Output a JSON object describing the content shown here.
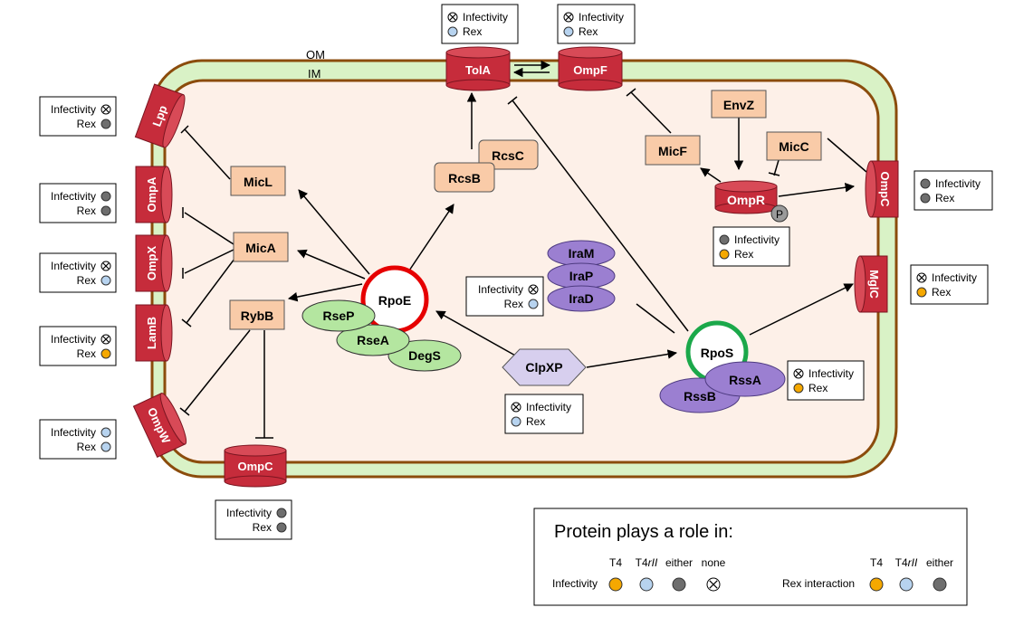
{
  "membranes": {
    "outer": "OM",
    "inner": "IM"
  },
  "colors": {
    "either": "#6e6e6e",
    "t4": "#f5a800",
    "t4rii": "#b7d3ef",
    "none": "#ffffff",
    "membrane_fill": "#d9f2c6",
    "membrane_border": "#8b4c0c",
    "cytoplasm": "#fdf0e8",
    "membrane_protein": "#c62c3b",
    "small_rna": "#f9cba8",
    "rpoe_ring": "#e60000",
    "rpos_ring": "#1ba84a",
    "green_protein": "#b4e6a0",
    "purple_protein": "#9b7fd1",
    "clpxp": "#d7cfee"
  },
  "membrane_proteins": {
    "lpp": "Lpp",
    "ompa": "OmpA",
    "ompx": "OmpX",
    "lamb": "LamB",
    "ompw": "OmpW",
    "ompc_bottom": "OmpC",
    "tola": "TolA",
    "ompf": "OmpF",
    "ompc_right": "OmpC",
    "mglc": "MglC"
  },
  "small_rnas": {
    "micl": "MicL",
    "mica": "MicA",
    "rybb": "RybB",
    "rcsb": "RcsB",
    "rcsc": "RcsC",
    "micf": "MicF",
    "envz": "EnvZ",
    "micc": "MicC"
  },
  "regulators": {
    "ompr": "OmpR",
    "phospho": "P",
    "rpoe": "RpoE",
    "rsep": "RseP",
    "rsea": "RseA",
    "degs": "DegS",
    "iram": "IraM",
    "irap": "IraP",
    "irad": "IraD",
    "clpxp": "ClpXP",
    "rpos": "RpoS",
    "rssa": "RssA",
    "rssb": "RssB"
  },
  "role_boxes": {
    "infectivity_label": "Infectivity",
    "rex_label": "Rex",
    "lpp": {
      "infectivity": "none",
      "rex": "either"
    },
    "ompa": {
      "infectivity": "either",
      "rex": "either"
    },
    "ompx": {
      "infectivity": "none",
      "rex": "t4rii"
    },
    "lamb": {
      "infectivity": "none",
      "rex": "t4"
    },
    "ompw": {
      "infectivity": "t4rii",
      "rex": "t4rii"
    },
    "ompc_bottom": {
      "infectivity": "either",
      "rex": "either"
    },
    "tola": {
      "infectivity": "none",
      "rex": "t4rii"
    },
    "ompf": {
      "infectivity": "none",
      "rex": "t4rii"
    },
    "ompc_right": {
      "infectivity": "either",
      "rex": "either"
    },
    "mglc": {
      "infectivity": "none",
      "rex": "t4"
    },
    "ompr": {
      "infectivity": "either",
      "rex": "t4"
    },
    "ira": {
      "infectivity": "none",
      "rex": "t4rii"
    },
    "clpxp": {
      "infectivity": "none",
      "rex": "t4rii"
    },
    "rpos": {
      "infectivity": "none",
      "rex": "t4"
    }
  },
  "legend": {
    "title": "Protein plays a role in:",
    "infectivity_label": "Infectivity",
    "rex_label": "Rex interaction",
    "infectivity_keys": [
      {
        "label": "T4",
        "role": "t4"
      },
      {
        "label": "T4rII",
        "role": "t4rii"
      },
      {
        "label": "either",
        "role": "either"
      },
      {
        "label": "none",
        "role": "none"
      }
    ],
    "rex_keys": [
      {
        "label": "T4",
        "role": "t4"
      },
      {
        "label": "T4rII",
        "role": "t4rii"
      },
      {
        "label": "either",
        "role": "either"
      }
    ]
  }
}
